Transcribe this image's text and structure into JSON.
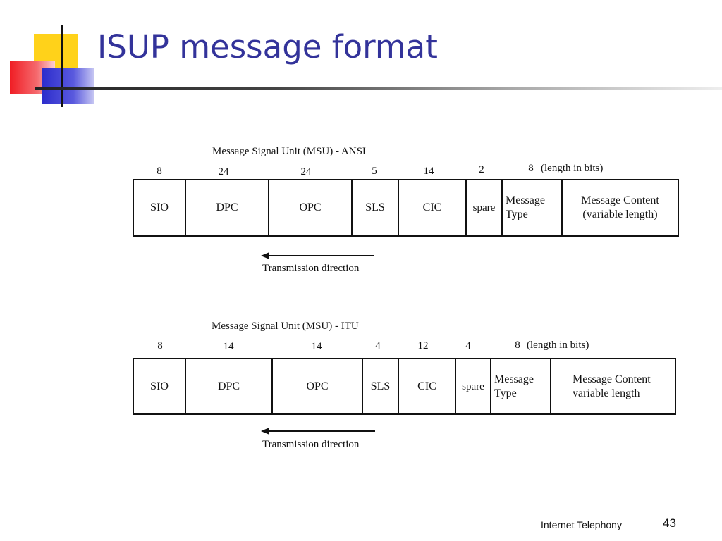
{
  "slide": {
    "title": "ISUP message format",
    "footer": "Internet Telephony",
    "page_number": "43"
  },
  "colors": {
    "title": "#33339a",
    "deco_yellow": "#ffd21a",
    "deco_red": "#f01d24",
    "deco_blue": "#2d2dcc"
  },
  "ansi": {
    "caption": "Message Signal Unit (MSU) - ANSI",
    "bits_note": "(length in bits)",
    "fields": [
      {
        "name": "SIO",
        "bits": "8"
      },
      {
        "name": "DPC",
        "bits": "24"
      },
      {
        "name": "OPC",
        "bits": "24"
      },
      {
        "name": "SLS",
        "bits": "5"
      },
      {
        "name": "CIC",
        "bits": "14"
      },
      {
        "name": "spare",
        "bits": "2"
      },
      {
        "name_line1": "Message",
        "name_line2": "Type",
        "bits": "8"
      },
      {
        "name_line1": "Message Content",
        "name_line2": "(variable length)"
      }
    ],
    "direction_label": "Transmission direction"
  },
  "itu": {
    "caption": "Message Signal Unit (MSU) - ITU",
    "bits_note": "(length in bits)",
    "fields": [
      {
        "name": "SIO",
        "bits": "8"
      },
      {
        "name": "DPC",
        "bits": "14"
      },
      {
        "name": "OPC",
        "bits": "14"
      },
      {
        "name": "SLS",
        "bits": "4"
      },
      {
        "name": "CIC",
        "bits": "12"
      },
      {
        "name": "spare",
        "bits": "4"
      },
      {
        "name_line1": "Message",
        "name_line2": "Type",
        "bits": "8"
      },
      {
        "name_line1": "Message Content",
        "name_line2": "variable length"
      }
    ],
    "direction_label": "Transmission direction"
  }
}
